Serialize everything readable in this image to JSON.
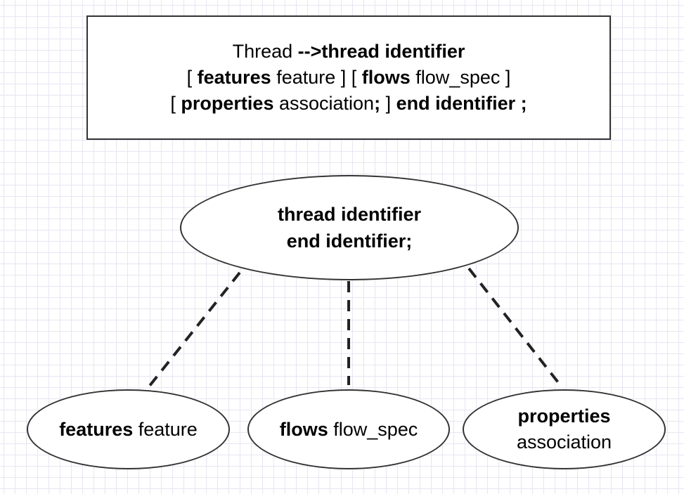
{
  "grammar_box": {
    "line1": {
      "t1": "Thread ",
      "t2": "-->",
      "t3": "thread identifier"
    },
    "line2": {
      "t1": "[ ",
      "t2": "features",
      "t3": " feature ] [ ",
      "t4": "flows",
      "t5": " flow_spec ]"
    },
    "line3": {
      "t1": "[ ",
      "t2": "properties",
      "t3": " association",
      "t4": ";",
      "t5": " ] ",
      "t6": "end identifier ;"
    }
  },
  "root_node": {
    "line1": "thread identifier",
    "line2": "end identifier;"
  },
  "children": {
    "features": {
      "keyword": "features",
      "text": " feature"
    },
    "flows": {
      "keyword": "flows",
      "text": " flow_spec"
    },
    "properties": {
      "keyword": "properties",
      "text": "association"
    }
  },
  "colors": {
    "border": "#333333",
    "grid": "#e6e6f2",
    "edge": "#222222"
  }
}
